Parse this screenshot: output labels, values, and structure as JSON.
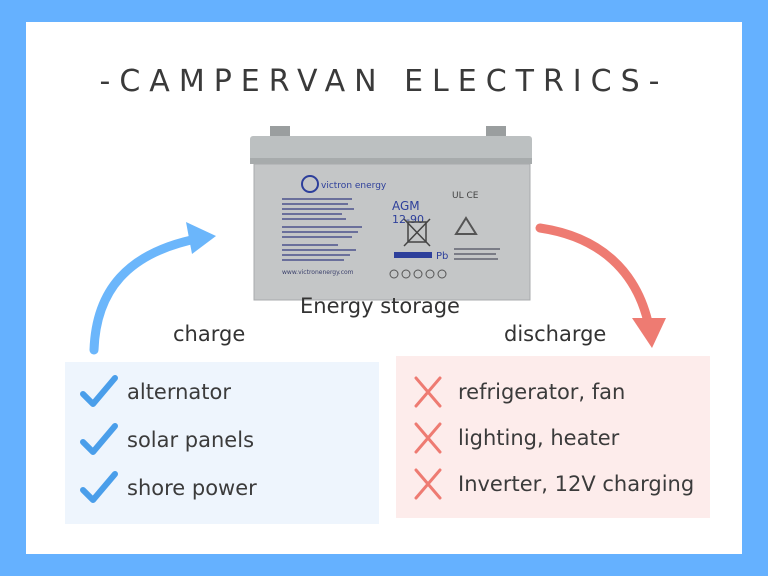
{
  "title": "-CAMPERVAN ELECTRICS-",
  "battery": {
    "caption": "Energy storage",
    "brand": "victron energy",
    "model_line1": "AGM",
    "model_line2": "12-90",
    "footer": "www.victronenergy.com",
    "pb": "Pb"
  },
  "charge": {
    "label": "charge",
    "items": [
      "alternator",
      "solar panels",
      "shore power"
    ]
  },
  "discharge": {
    "label": "discharge",
    "items": [
      "refrigerator, fan",
      "lighting, heater",
      "Inverter, 12V charging"
    ]
  },
  "colors": {
    "frame": "#65b1ff",
    "charge_accent": "#4a9eea",
    "discharge_accent": "#ee7b72",
    "charge_panel": "#eef5fd",
    "discharge_panel": "#fdeceb"
  }
}
